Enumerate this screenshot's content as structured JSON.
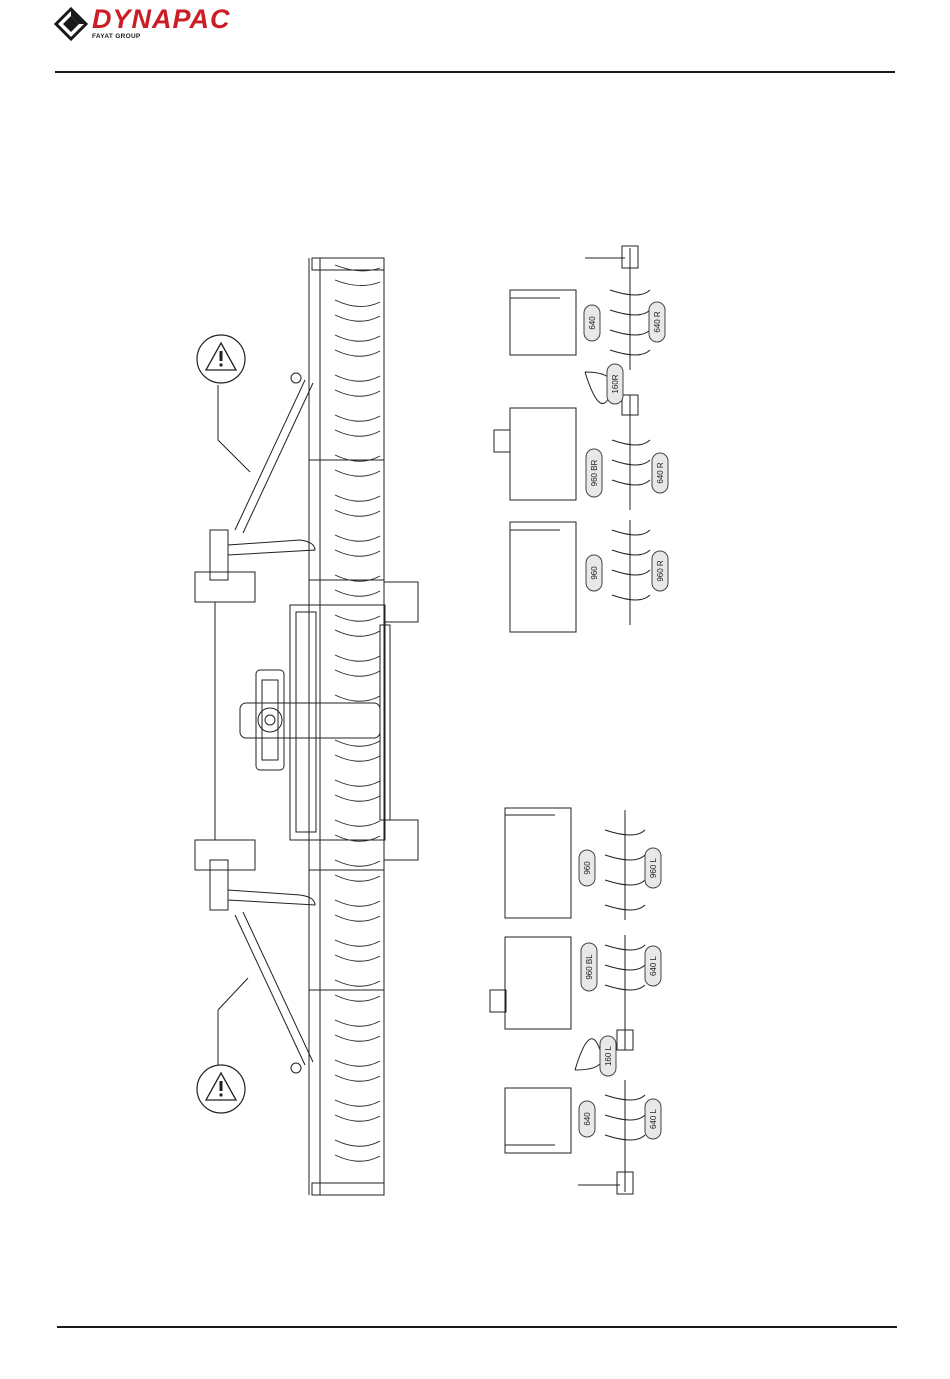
{
  "header": {
    "brand": "DYNAPAC",
    "brand_sub": "FAYAT GROUP",
    "brand_color": "#cc1d26"
  },
  "icons": [
    "dynapac-logo-icon",
    "warning-triangle-icon"
  ],
  "diagram": {
    "labels_right": [
      "640",
      "640 R",
      "160R",
      "960 BR",
      "640 R",
      "960",
      "960 R"
    ],
    "labels_left": [
      "960",
      "960 L",
      "960 BL",
      "640 L",
      "160 L",
      "640",
      "640 L"
    ]
  }
}
